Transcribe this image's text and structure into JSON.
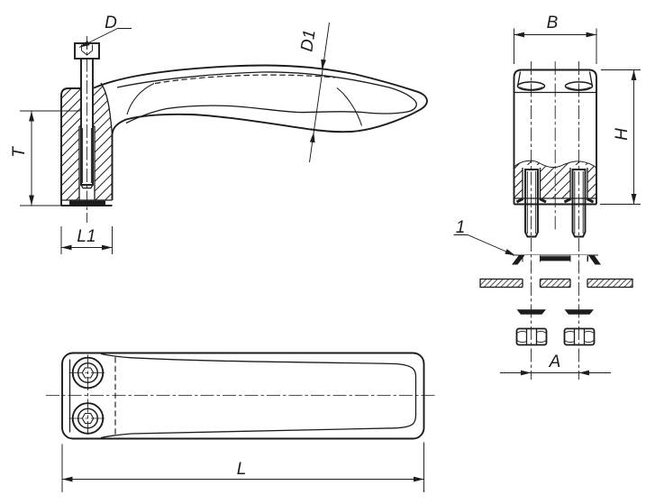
{
  "drawing": {
    "labels": {
      "d": "D",
      "d1": "D1",
      "t": "T",
      "l1": "L1",
      "b": "B",
      "h": "H",
      "callout": "1",
      "a": "A",
      "l": "L"
    },
    "colors": {
      "background": "#ffffff",
      "line": "#1c1c1c"
    }
  }
}
